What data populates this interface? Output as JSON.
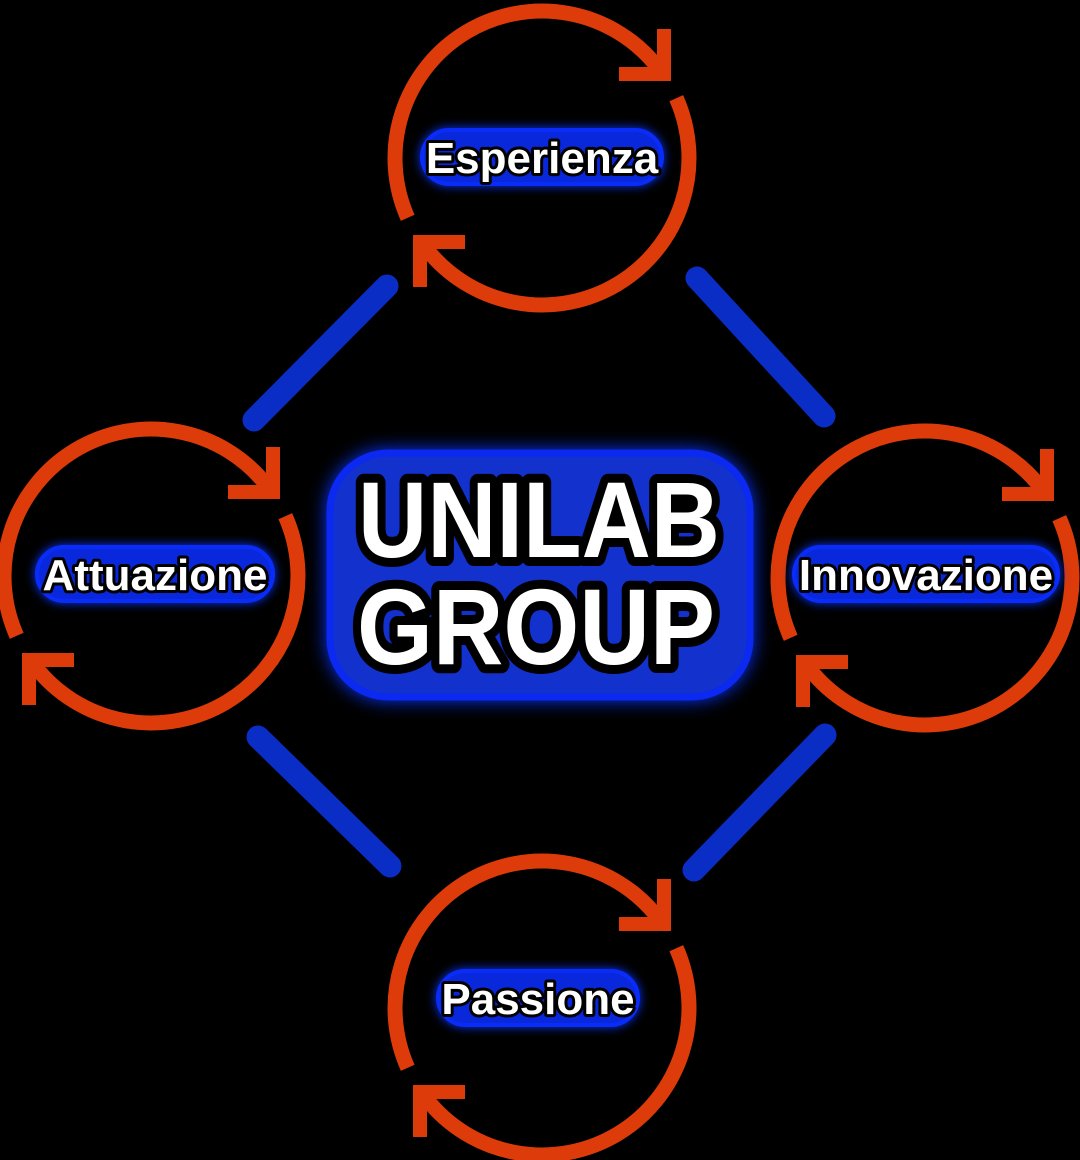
{
  "diagram": {
    "center": {
      "line1": "UNILAB",
      "line2": "GROUP"
    },
    "nodes": [
      {
        "position": "top",
        "label": "Esperienza"
      },
      {
        "position": "right",
        "label": "Innovazione"
      },
      {
        "position": "bottom",
        "label": "Passione"
      },
      {
        "position": "left",
        "label": "Attuazione"
      }
    ],
    "icons": [
      {
        "name": "cycle-arrows-icon",
        "meaning": "orange clockwise circular arrows around each node"
      },
      {
        "name": "connector-arrow",
        "meaning": "blue diagonal bar linking adjacent nodes in a cycle"
      }
    ],
    "colors": {
      "background": "#000000",
      "cycle_arrow_orange": "#dd3b0a",
      "connector_blue": "#0a2dc6",
      "label_pill_blue": "#0928dc",
      "label_rim_blue": "#0a2cf8",
      "center_fill_blue": "#1231cd",
      "center_rim_blue": "#0b29f0",
      "text_fill": "#ffffff",
      "text_outline": "#000000"
    }
  }
}
